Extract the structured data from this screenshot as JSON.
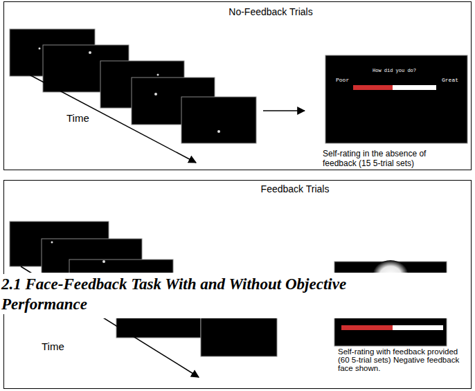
{
  "diagram": {
    "caption": "2.1 Face-Feedback Task With and Without Objective Performance",
    "nodes": [
      {
        "text": [
          "No-Feedback Trials",
          "Self-rating in the absence of feedback (15 5-trial sets)"
        ]
      },
      {
        "text": [
          "How did you do?",
          "Poor",
          "Great"
        ],
        "in": 0
      },
      {
        "text": [
          "Feedback Trials",
          "Self-rating with feedback provided (60 5-trial sets) Negative feedback face shown."
        ]
      }
    ],
    "labels": [
      "Time",
      "Time"
    ]
  }
}
